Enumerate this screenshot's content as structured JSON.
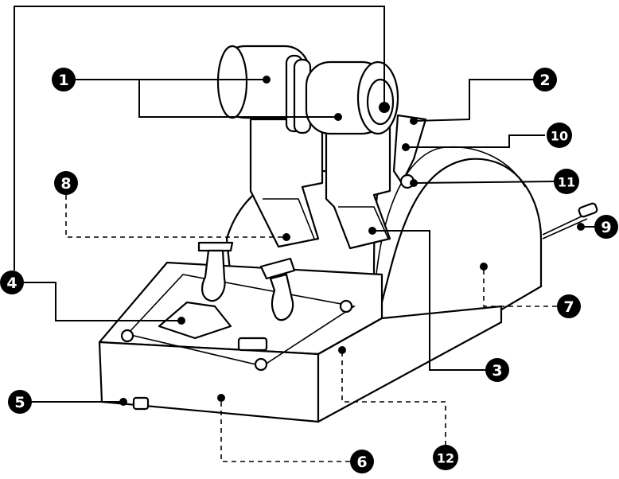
{
  "title": "Throttle quadrant parts diagram",
  "callouts": [
    {
      "id": "c1",
      "label": "1"
    },
    {
      "id": "c2",
      "label": "2"
    },
    {
      "id": "c3",
      "label": "3"
    },
    {
      "id": "c4",
      "label": "4"
    },
    {
      "id": "c5",
      "label": "5"
    },
    {
      "id": "c6",
      "label": "6"
    },
    {
      "id": "c7",
      "label": "7"
    },
    {
      "id": "c8",
      "label": "8"
    },
    {
      "id": "c9",
      "label": "9"
    },
    {
      "id": "c10",
      "label": "10"
    },
    {
      "id": "c11",
      "label": "11"
    },
    {
      "id": "c12",
      "label": "12"
    }
  ],
  "colors": {
    "ink": "#000000",
    "paper": "#ffffff"
  }
}
